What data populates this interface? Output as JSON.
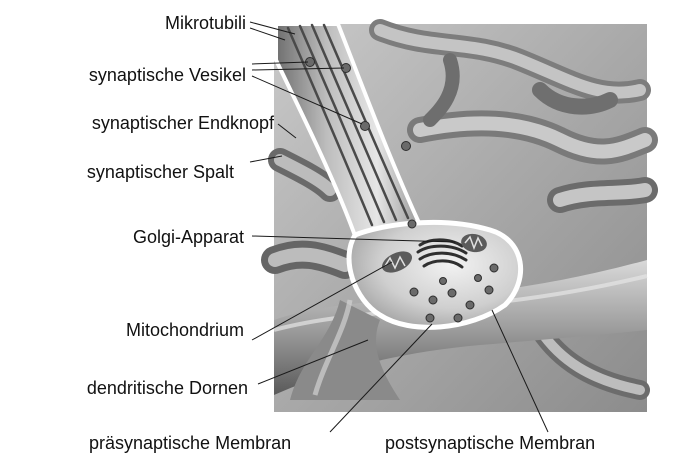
{
  "labels": {
    "mikrotubili": "Mikrotubili",
    "synaptische_vesikel": "synaptische Vesikel",
    "synaptischer_endknopf": "synaptischer Endknopf",
    "synaptischer_spalt": "synaptischer Spalt",
    "golgi_apparat": "Golgi-Apparat",
    "mitochondrium": "Mitochondrium",
    "dendritische_dornen": "dendritische Dornen",
    "praesynaptische_membran": "präsynaptische Membran",
    "postsynaptische_membran": "postsynaptische Membran"
  }
}
